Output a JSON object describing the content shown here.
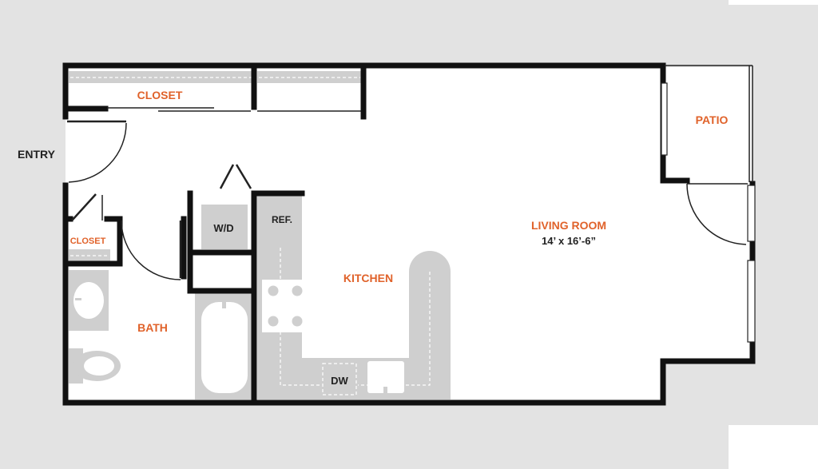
{
  "colors": {
    "background": "#e3e3e3",
    "floor": "#ffffff",
    "wall": "#111111",
    "fixture": "#cfcfcf",
    "room_label": "#e0622a",
    "dark_label": "#222222"
  },
  "labels": {
    "closet_top": "CLOSET",
    "entry": "ENTRY",
    "closet_small": "CLOSET",
    "bath": "BATH",
    "washer_dryer": "W/D",
    "refrigerator": "REF.",
    "kitchen": "KITCHEN",
    "dishwasher": "DW",
    "living_room": "LIVING ROOM",
    "living_room_size": "14’ x 16’-6”",
    "patio": "PATIO"
  }
}
